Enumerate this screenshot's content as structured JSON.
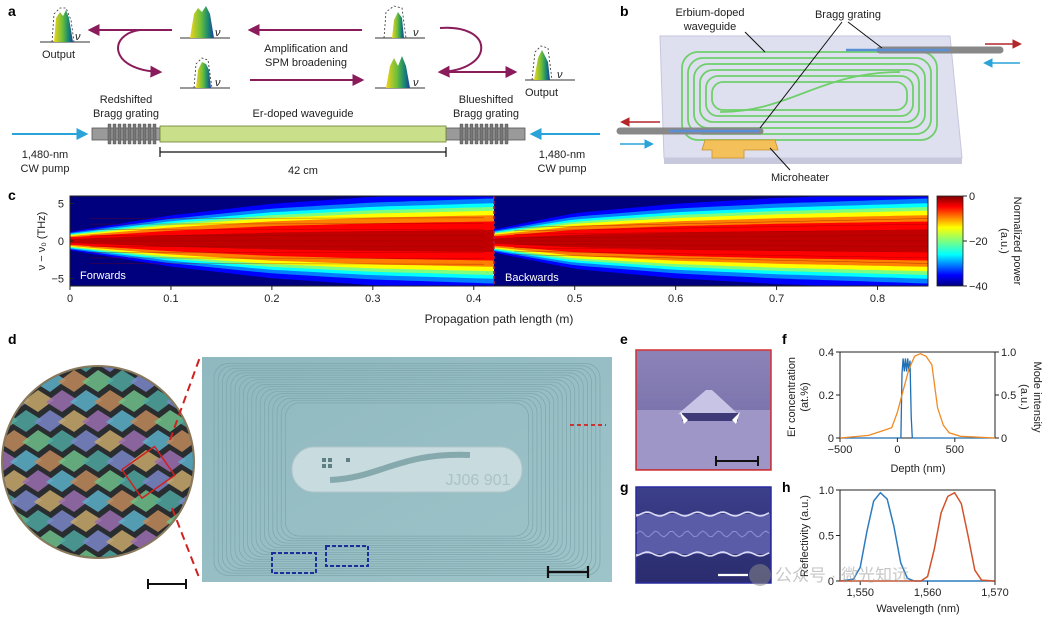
{
  "panels": {
    "a": "a",
    "b": "b",
    "c": "c",
    "d": "d",
    "e": "e",
    "f": "f",
    "g": "g",
    "h": "h"
  },
  "panel_a": {
    "output_left": "Output",
    "output_right": "Output",
    "nu": "ν",
    "amplification_line1": "Amplification and",
    "amplification_line2": "SPM broadening",
    "red_grating_line1": "Redshifted",
    "red_grating_line2": "Bragg grating",
    "blue_grating_line1": "Blueshifted",
    "blue_grating_line2": "Bragg grating",
    "waveguide": "Er-doped waveguide",
    "length": "42 cm",
    "pump_left_line1": "1,480-nm",
    "pump_left_line2": "CW pump",
    "pump_right_line1": "1,480-nm",
    "pump_right_line2": "CW pump"
  },
  "panel_b": {
    "erbium_line1": "Erbium-doped",
    "erbium_line2": "waveguide",
    "bragg": "Bragg grating",
    "microheater": "Microheater"
  },
  "panel_c": {
    "ylabel": "ν − ν₀ (THz)",
    "xlabel": "Propagation path length (m)",
    "forwards": "Forwards",
    "backwards": "Backwards",
    "yticks": [
      "5",
      "0",
      "−5"
    ],
    "xticks": [
      "0",
      "0.1",
      "0.2",
      "0.3",
      "0.4",
      "0.5",
      "0.6",
      "0.7",
      "0.8"
    ],
    "colorbar_label1": "Normalized power",
    "colorbar_label2": "(a.u.)",
    "colorbar_ticks": [
      "0",
      "−20",
      "−40"
    ]
  },
  "panel_d": {
    "chip_text": "JJ06 901"
  },
  "panel_f": {
    "ylabel_left1": "Er concentration",
    "ylabel_left2": "(at.%)",
    "ylabel_right1": "Mode intensity",
    "ylabel_right2": "(a.u.)",
    "xlabel": "Depth (nm)",
    "xticks": [
      "−500",
      "0",
      "500"
    ],
    "yticks_left": [
      "0.4",
      "0.2",
      "0"
    ],
    "yticks_right": [
      "1.0",
      "0.5",
      "0"
    ]
  },
  "panel_h": {
    "ylabel": "Reflectivity (a.u.)",
    "xlabel": "Wavelength (nm)",
    "xticks": [
      "1,550",
      "1,560",
      "1,570"
    ],
    "yticks": [
      "1.0",
      "0.5",
      "0"
    ]
  },
  "watermark": "公众号 · 微光知远",
  "chart_data": [
    {
      "panel": "c",
      "type": "heatmap",
      "x_range": [
        0,
        0.85
      ],
      "y_range": [
        -6,
        6
      ],
      "xlabel": "Propagation path length (m)",
      "ylabel": "ν − ν₀ (THz)",
      "colorbar_range": [
        -40,
        0
      ],
      "colorbar_label": "Normalized power (a.u.)",
      "boundary_x": 0.42,
      "forwards_halfwidth": [
        [
          0,
          0.8
        ],
        [
          0.1,
          2.2
        ],
        [
          0.2,
          3.2
        ],
        [
          0.3,
          3.8
        ],
        [
          0.42,
          4.2
        ]
      ],
      "backwards_halfwidth": [
        [
          0.42,
          1.0
        ],
        [
          0.5,
          2.4
        ],
        [
          0.6,
          3.2
        ],
        [
          0.7,
          3.7
        ],
        [
          0.85,
          4.2
        ]
      ]
    },
    {
      "panel": "f",
      "type": "line",
      "xlabel": "Depth (nm)",
      "xlim": [
        -500,
        850
      ],
      "ylim_left": [
        0,
        0.4
      ],
      "ylim_right": [
        0,
        1.0
      ],
      "series": [
        {
          "axis": "left",
          "color": "#1f6fb4",
          "x": [
            -500,
            0,
            30,
            40,
            50,
            60,
            70,
            80,
            90,
            100,
            110,
            120,
            130,
            150,
            850
          ],
          "y": [
            0,
            0,
            0,
            0.3,
            0.37,
            0.31,
            0.37,
            0.31,
            0.37,
            0.31,
            0.36,
            0.1,
            0,
            0,
            0
          ]
        },
        {
          "axis": "right",
          "color": "#f08a24",
          "x": [
            -500,
            -250,
            -50,
            0,
            50,
            100,
            150,
            200,
            250,
            300,
            330,
            350,
            400,
            450,
            550,
            850
          ],
          "y": [
            0,
            0.03,
            0.12,
            0.3,
            0.55,
            0.8,
            0.95,
            0.98,
            0.95,
            0.85,
            0.55,
            0.35,
            0.15,
            0.06,
            0.02,
            0
          ]
        }
      ]
    },
    {
      "panel": "h",
      "type": "line",
      "xlabel": "Wavelength (nm)",
      "ylabel": "Reflectivity (a.u.)",
      "xlim": [
        1547,
        1570
      ],
      "ylim": [
        0,
        1.0
      ],
      "series": [
        {
          "color": "#2d7bbf",
          "x": [
            1547,
            1549,
            1550,
            1551,
            1552,
            1553,
            1554,
            1555,
            1556,
            1557,
            1558,
            1570
          ],
          "y": [
            0,
            0.02,
            0.15,
            0.55,
            0.88,
            0.97,
            0.9,
            0.6,
            0.2,
            0.03,
            0,
            0
          ]
        },
        {
          "color": "#d2522a",
          "x": [
            1547,
            1559,
            1560,
            1561,
            1562,
            1563,
            1564,
            1565,
            1566,
            1567,
            1568,
            1570
          ],
          "y": [
            0,
            0,
            0.05,
            0.35,
            0.75,
            0.93,
            0.97,
            0.85,
            0.5,
            0.12,
            0.01,
            0
          ]
        }
      ]
    }
  ]
}
